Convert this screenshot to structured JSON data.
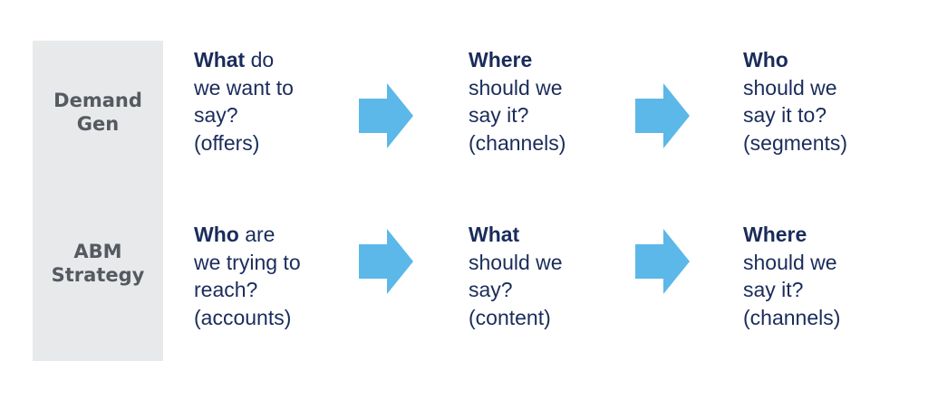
{
  "colors": {
    "panel": "#e8e9ea",
    "label_text": "#555a61",
    "body_text": "#1a2c5b",
    "arrow": "#5bb8e8"
  },
  "rows": [
    {
      "label": [
        "Demand",
        "Gen"
      ],
      "steps": [
        {
          "keyword": "What",
          "rest": " do",
          "lines": [
            "we want to",
            "say?",
            "(offers)"
          ]
        },
        {
          "keyword": "Where",
          "rest": "",
          "lines": [
            "should we",
            "say it?",
            "(channels)"
          ]
        },
        {
          "keyword": "Who",
          "rest": "",
          "lines": [
            "should we",
            "say it to?",
            "(segments)"
          ]
        }
      ]
    },
    {
      "label": [
        "ABM",
        "Strategy"
      ],
      "steps": [
        {
          "keyword": "Who",
          "rest": " are",
          "lines": [
            "we trying to",
            "reach?",
            "(accounts)"
          ]
        },
        {
          "keyword": "What",
          "rest": "",
          "lines": [
            "should we",
            "say?",
            "(content)"
          ]
        },
        {
          "keyword": "Where",
          "rest": "",
          "lines": [
            "should we",
            "say it?",
            "(channels)"
          ]
        }
      ]
    }
  ],
  "arrow_icon": "right-arrow-icon"
}
